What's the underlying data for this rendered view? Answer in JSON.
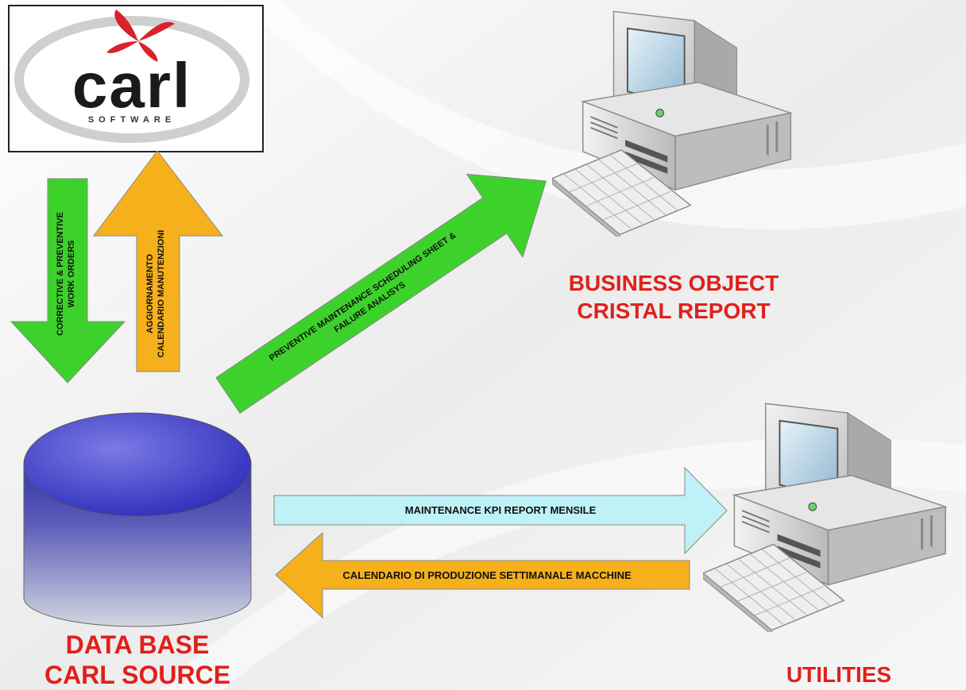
{
  "logo": {
    "word": "carl",
    "sub": "SOFTWARE",
    "colors": {
      "star": "#d8232a",
      "ring": "#cfcfcf",
      "text": "#1a1a1a"
    }
  },
  "arrows": {
    "work_orders": {
      "line1": "CORRECTIVE & PREVENTIVE",
      "line2": "WORK ORDERS",
      "color": "#3dd22b"
    },
    "aggiornamento": {
      "line1": "AGGIORNAMENTO",
      "line2": "CALENDARIO MANUTENZIONI",
      "color": "#f5b01c"
    },
    "preventive": {
      "line1": "PREVENTIVE MAINTENANCE SCHEDULING SHEET &",
      "line2": "FAILURE ANALISYS",
      "color": "#3dd22b"
    },
    "kpi": {
      "label": "MAINTENANCE KPI REPORT MENSILE",
      "color": "#bff2f7"
    },
    "calendario": {
      "label": "CALENDARIO DI PRODUZIONE SETTIMANALE MACCHINE",
      "color": "#f5b01c"
    }
  },
  "nodes": {
    "business": {
      "line1": "BUSINESS OBJECT",
      "line2": "CRISTAL REPORT"
    },
    "database": {
      "line1": "DATA BASE",
      "line2": "CARL SOURCE"
    },
    "utilities": {
      "label": "UTILITIES"
    }
  },
  "colors": {
    "title_red": "#e0201b",
    "db_blue": "#2a2ab8"
  }
}
